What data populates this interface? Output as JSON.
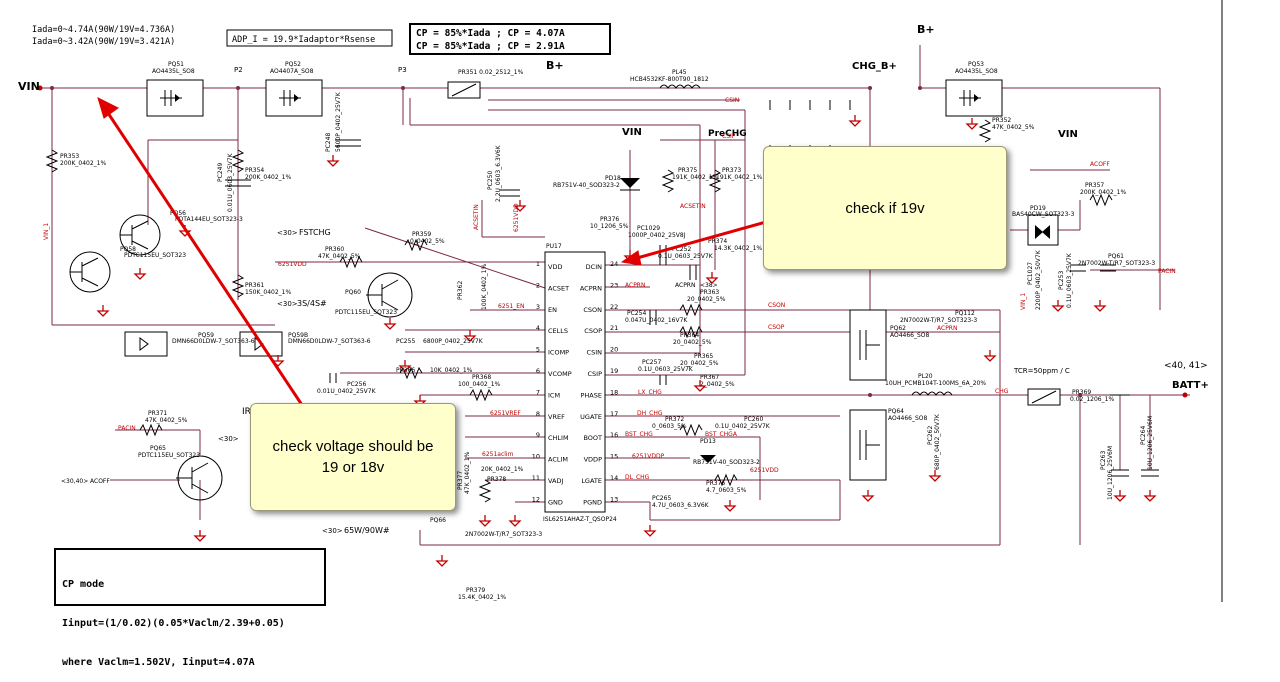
{
  "top_notes": {
    "iada_1": "Iada=0~4.74A(90W/19V=4.736A)",
    "iada_2": "Iada=0~3.42A(90W/19V=3.421A)",
    "adp_formula": "ADP_I = 19.9*Iadaptor*Rsense",
    "cp_line1": "CP = 85%*Iada ; CP = 4.07A",
    "cp_line2": "CP = 85%*Iada ; CP = 2.91A"
  },
  "cp_mode": {
    "title": "CP mode",
    "line1": "Iinput=(1/0.02)(0.05*Vaclm/2.39+0.05)",
    "line2": "where Vaclm=1.502V, Iinput=4.07A"
  },
  "callouts": {
    "check_19v": "check if 19v",
    "check_voltage": "check voltage should be 19 or 18v"
  },
  "rails": {
    "vin": "VIN",
    "b_plus_1": "B+",
    "b_plus_2": "B+",
    "chg_b_plus": "CHG_B+",
    "vin_2": "VIN",
    "vin_3": "VIN",
    "prechg": "PreCHG",
    "batt_plus": "BATT+",
    "batt_ref": "<40, 41>",
    "p2": "P2",
    "p3": "P3"
  },
  "ic": {
    "ref": "PU17",
    "part": "ISL6251AHAZ-T_QSOP24",
    "left_pins": [
      {
        "name": "VDD",
        "num": "1"
      },
      {
        "name": "ACSET",
        "num": "2"
      },
      {
        "name": "EN",
        "num": "3"
      },
      {
        "name": "CELLS",
        "num": "4"
      },
      {
        "name": "ICOMP",
        "num": "5"
      },
      {
        "name": "VCOMP",
        "num": "6"
      },
      {
        "name": "ICM",
        "num": "7"
      },
      {
        "name": "VREF",
        "num": "8"
      },
      {
        "name": "CHLIM",
        "num": "9"
      },
      {
        "name": "ACLIM",
        "num": "10"
      },
      {
        "name": "VADJ",
        "num": "11"
      },
      {
        "name": "GND",
        "num": "12"
      }
    ],
    "right_pins": [
      {
        "name": "DCIN",
        "num": "24"
      },
      {
        "name": "ACPRN",
        "num": "23"
      },
      {
        "name": "CSON",
        "num": "22"
      },
      {
        "name": "CSOP",
        "num": "21"
      },
      {
        "name": "CSIN",
        "num": "20"
      },
      {
        "name": "CSIP",
        "num": "19"
      },
      {
        "name": "PHASE",
        "num": "18"
      },
      {
        "name": "UGATE",
        "num": "17"
      },
      {
        "name": "BOOT",
        "num": "16"
      },
      {
        "name": "VDDP",
        "num": "15"
      },
      {
        "name": "LGATE",
        "num": "14"
      },
      {
        "name": "PGND",
        "num": "13"
      }
    ]
  },
  "mosfets": {
    "pq51": "PQ51",
    "pq51_part": "AO4435L_SO8",
    "pq52": "PQ52",
    "pq52_part": "AO4407A_SO8",
    "pq53": "PQ53",
    "pq53_part": "AO4435L_SO8",
    "pq62": "PQ62",
    "pq62_part": "AO4466_SO8",
    "pq64": "PQ64",
    "pq64_part": "AO4466_SO8"
  },
  "transistors": {
    "pq56": "PQ56",
    "pq56_part": "PDTA144EU_SOT323-3",
    "pq58": "PQ58",
    "pq58_part": "PDTC115EU_SOT323",
    "pq60": "PQ60",
    "pq60_part": "PDTC115EU_SOT323",
    "pq65": "PQ65",
    "pq65_part": "PDTC115EU_SOT323",
    "pq59": "PQ59",
    "pq59_part": "DMN66D0LDW-7_SOT363-6",
    "pq59b": "PQ59B",
    "pq59b_part": "DMN66D0LDW-7_SOT363-6",
    "pq61": "PQ61",
    "pq61_part": "2N7002W-T/R7_SOT323-3",
    "pq112": "PQ112",
    "pq112_part": "2N7002W-T/R7_SOT323-3",
    "pq66": "PQ66",
    "pq66_part": "2N7002W-T/R7_SOT323-3"
  },
  "resistors": {
    "pr351": "PR351 0.02_2512_1%",
    "pr353": "PR353",
    "pr353_v": "200K_0402_1%",
    "pr354": "PR354",
    "pr354_v": "200K_0402_1%",
    "pr360": "PR360",
    "pr360_v": "47K_0402_5%",
    "pr359": "PR359",
    "pr359_v": "0_0402_5%",
    "pr361": "PR361",
    "pr361_v": "150K_0402_1%",
    "pr362": "PR362",
    "pr362_v": "100K_0402_1%",
    "pr371": "PR371",
    "pr371_v": "47K_0402_5%",
    "pr352": "PR352",
    "pr352_v": "47K_0402_5%",
    "pr357": "PR357",
    "pr357_v": "200K_0402_1%",
    "pr373": "PR373",
    "pr373_v": "191K_0402_1%",
    "pr375": "PR375",
    "pr375_v": "191K_0402_1%",
    "pr376": "PR376",
    "pr376_v": "10_1206_5%",
    "pr374": "PR374",
    "pr374_v": "14.3K_0402_1%",
    "pr363": "PR363",
    "pr363_v": "20_0402_5%",
    "pr364": "PR364",
    "pr364_v": "20_0402_5%",
    "pr365": "PR365",
    "pr365_v": "20_0402_5%",
    "pr367": "PR367",
    "pr367_v": "2_0402_5%",
    "pr366": "PR366",
    "pr366_v": "10K_0402_1%",
    "pr368": "PR368",
    "pr368_v": "100_0402_1%",
    "pr372": "PR372",
    "pr372_v": "0_0603_5%",
    "pr378": "PR378",
    "pr378_v": "20K_0402_1%",
    "pr377": "PR377",
    "pr377_v": "47K_0402_1%",
    "pr379": "PR379",
    "pr379_v": "15.4K_0402_1%",
    "pr369": "PR369",
    "pr369_v": "0.02_1206_1%",
    "pr376b": "PR376",
    "pr376b_v": "4.7_0603_5%"
  },
  "caps": {
    "pc249": "PC249",
    "pc249_v": "0.01U_0603_25V7K",
    "pc248": "PC248",
    "pc248_v": "5600P_0402_25V7K",
    "pc250": "PC250",
    "pc250_v": "2.2U_0603_6.3V6K",
    "pc1029": "PC1029",
    "pc1029_v": "1000P_0402_25V8J",
    "pc252": "PC252",
    "pc252_v": "0.1U_0603_25V7K",
    "pc254": "PC254",
    "pc254_v": "0.047U_0402_16V7K",
    "pc255": "PC255",
    "pc255_v": "6800P_0402_25V7K",
    "pc256": "PC256",
    "pc256_v": "0.01U_0402_25V7K",
    "pc257": "PC257",
    "pc257_v": "0.1U_0603_25V7K",
    "pc260": "PC260",
    "pc260_v": "0.1U_0402_25V7K",
    "pc265": "PC265",
    "pc265_v": "4.7U_0603_6.3V6K",
    "pc253": "PC253",
    "pc253_v": "0.1U_0603_25V7K",
    "pc1027": "PC1027",
    "pc1027_v": "2200P_0402_50V7K",
    "pc263": "PC263",
    "pc263_v": "10U_1206_25V6M",
    "pc264": "PC264",
    "pc264_v": "10U_1206_25V6M",
    "pc262": "PC262",
    "pc262_v": "680P_0402_50V7K"
  },
  "diodes": {
    "pd18": "PD18",
    "pd18_part": "RB751V-40_SOD323-2",
    "pd19": "PD19",
    "pd19_part": "BAS40CW_SOT323-3",
    "pd13": "PD13",
    "pd13_part": "RB751V-40_SOD323-2"
  },
  "inductors": {
    "pl45": "PL45",
    "pl45_part": "HCB4532KF-800T90_1812",
    "pl20": "PL20",
    "pl20_part": "10UH_PCMB104T-100MS_6A_20%"
  },
  "nets": {
    "csin": "CSIN",
    "csip": "CSIP",
    "acsetin_1": "ACSETIN",
    "acsetin_2": "ACSETIN",
    "acprn_1": "ACPRN",
    "acprn_2": "ACPRN",
    "acprn_3": "ACPRN",
    "acoff_1": "ACOFF",
    "acoff_2": "ACOFF",
    "pacin_1": "PACIN",
    "pacin_2": "PACIN",
    "vin_1": "VIN_1",
    "vin_2": "VIN_1",
    "v6251vdd": "6251VDD",
    "v6251vdd_2": "6251VDD",
    "v6251vdd_3": "6251VDD",
    "v6251en": "6251_EN",
    "v6251vref": "6251VREF",
    "v6251aclim": "6251aclim",
    "v6251vddp": "6251VDDP",
    "lx_chg": "LX_CHG",
    "dh_chg": "DH_CHG",
    "bst_chg": "BST_CHG",
    "bst_chga": "BST_CHGA",
    "dl_chg": "DL_CHG",
    "cson": "CSON",
    "csop": "CSOP",
    "chg": "CHG",
    "fstchg": "FSTCHG",
    "fstchg_ref": "<30>",
    "s3s4": "3S/4S#",
    "s3s4_ref": "<30>",
    "w65": "65W/90W#",
    "w65_ref": "<30>",
    "acprn_ref": "<38>",
    "ir": "IR",
    "ir_ref": "<30>",
    "acoff_ref": "<30,40>",
    "tcr": "TCR=50ppm / C"
  }
}
